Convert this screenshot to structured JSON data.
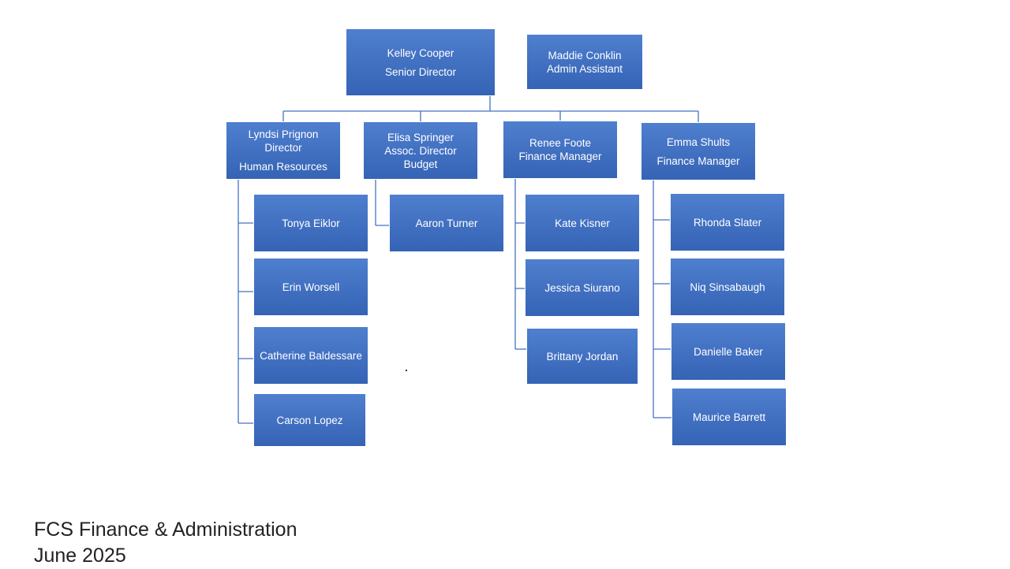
{
  "colors": {
    "box": "#3f6fc2",
    "box_light": "#4f7fcf",
    "line": "#4472c4",
    "text": "#ffffff",
    "footer_text": "#222222"
  },
  "top": {
    "name": "Kelley Cooper",
    "title": "Senior Director"
  },
  "assistant": {
    "name": "Maddie Conklin",
    "title": "Admin Assistant"
  },
  "managers": [
    {
      "name": "Lyndsi Prignon",
      "title": "Director",
      "dept": "Human Resources",
      "reports": [
        "Tonya Eiklor",
        "Erin Worsell",
        "Catherine Baldessare",
        "Carson Lopez"
      ]
    },
    {
      "name": "Elisa Springer",
      "title": "Assoc. Director",
      "dept": "Budget",
      "reports": [
        "Aaron Turner"
      ]
    },
    {
      "name": "Renee Foote",
      "title": "Finance Manager",
      "reports": [
        "Kate Kisner",
        "Jessica Siurano",
        "Brittany Jordan"
      ]
    },
    {
      "name": "Emma Shults",
      "title": "Finance Manager",
      "reports": [
        "Rhonda Slater",
        "Niq Sinsabaugh",
        "Danielle Baker",
        "Maurice Barrett"
      ]
    }
  ],
  "footer": {
    "line1": "FCS Finance & Administration",
    "line2": "June 2025"
  }
}
